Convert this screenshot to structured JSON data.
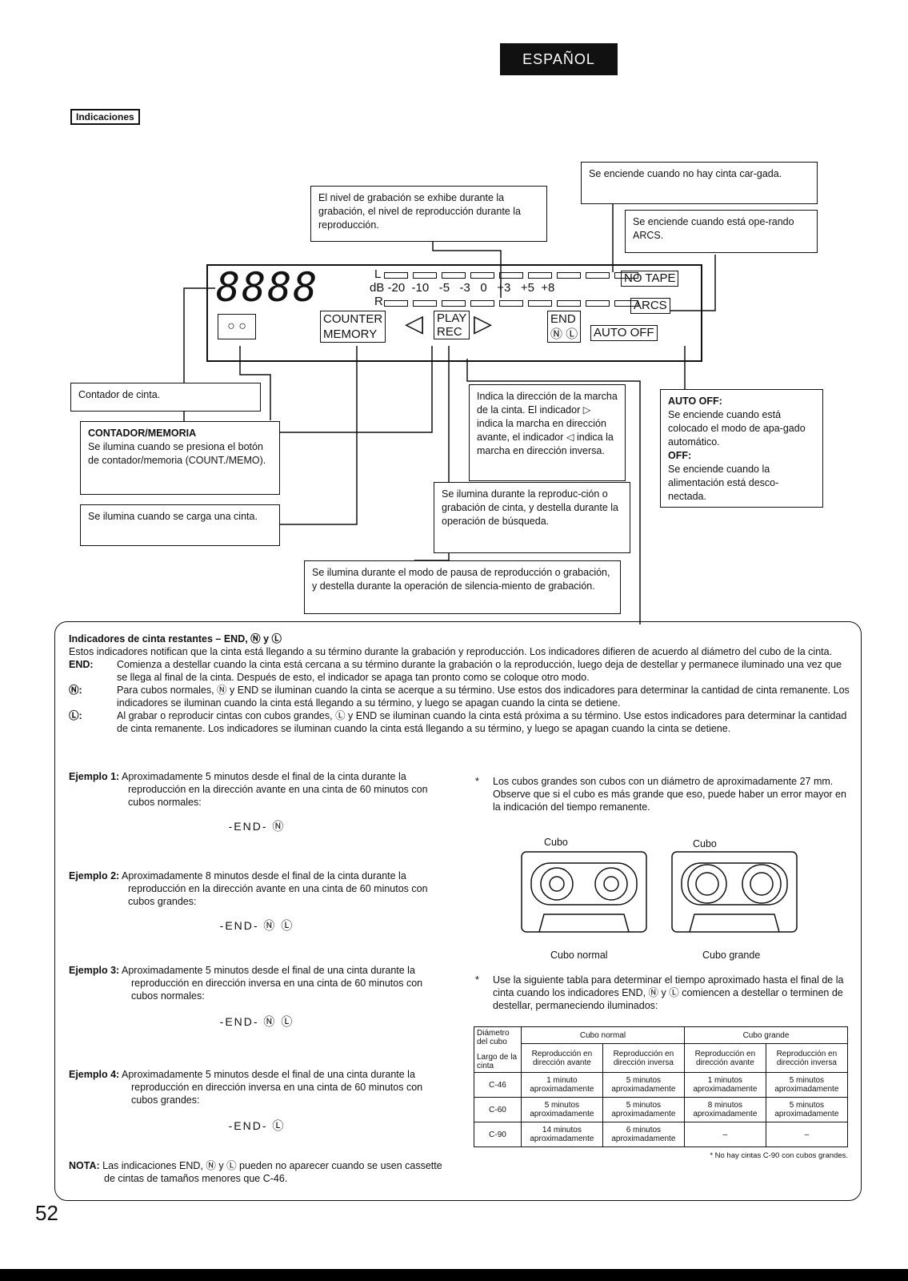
{
  "header": {
    "language": "ESPAÑOL"
  },
  "section_title": "Indicaciones",
  "display": {
    "digits": "8888",
    "meter_left": "L",
    "meter_right": "R",
    "meter_scale": "dB -20  -10   -5   -3   0   +3   +5  +8",
    "no_tape": "NO TAPE",
    "arcs": "ARCS",
    "counter": "COUNTER",
    "memory": "MEMORY",
    "play": "PLAY",
    "rec": "REC",
    "end": "END",
    "n_symbol": "Ⓝ",
    "l_symbol": "Ⓛ",
    "auto_off": "AUTO OFF"
  },
  "callouts": {
    "no_tape": "Se enciende cuando no hay cinta car-gada.",
    "arcs": "Se enciende cuando está ope-rando ARCS.",
    "level": "El nivel de grabación se exhibe durante la grabación, el nivel de reproducción durante la reproducción.",
    "counter": "Contador de cinta.",
    "counter_memory_title": "CONTADOR/MEMORIA",
    "counter_memory_text": "Se ilumina cuando se presiona el botón de contador/memoria (COUNT./MEMO).",
    "tape_loaded": "Se ilumina cuando se carga una cinta.",
    "direction": "Indica la dirección de la marcha de la cinta. El indicador ▷ indica la marcha en dirección avante, el indicador ◁ indica la marcha en dirección inversa.",
    "play_rec": "Se ilumina durante la reproduc-ción o grabación de cinta, y destella durante la operación de búsqueda.",
    "pause": "Se ilumina durante el modo de pausa de reproducción o grabación, y destella durante la operación de silencia-miento de grabación.",
    "auto_off_title": "AUTO OFF:",
    "auto_off_text": "Se enciende cuando está colocado el modo de apa-gado automático.",
    "off_title": "OFF:",
    "off_text": "Se enciende cuando la alimentación está desco-nectada."
  },
  "remaining": {
    "title": "Indicadores de cinta restantes – END, Ⓝ y Ⓛ",
    "intro": "Estos indicadores notifican que la cinta está llegando a su término durante la grabación y reproducción. Los indicadores difieren de acuerdo al diámetro del cubo de la cinta.",
    "end_label": "END:",
    "end_text": "Comienza a destellar cuando la cinta está cercana a su término durante la grabación o la reproducción, luego deja de destellar y permanece iluminado una vez que se llega al final de la cinta. Después de esto, el indicador se apaga tan pronto como se coloque otro modo.",
    "n_label": "Ⓝ:",
    "n_text": "Para cubos normales, Ⓝ y END se iluminan cuando la cinta se acerque a su término. Use estos dos indicadores para determinar la cantidad de cinta remanente. Los indicadores se iluminan cuando la cinta está llegando a su término, y luego se apagan cuando la cinta se detiene.",
    "l_label": "Ⓛ:",
    "l_text": "Al grabar o reproducir cintas con cubos grandes, Ⓛ y END se iluminan cuando la cinta está próxima a su término. Use estos indicadores para determinar la cantidad de cinta remanente. Los indicadores se iluminan cuando la cinta está llegando a su término, y luego se apagan cuando la cinta se detiene.",
    "examples": [
      {
        "label": "Ejemplo 1:",
        "text": "Aproximadamente 5 minutos desde el final de la cinta durante la reproducción en la dirección avante en una cinta de 60 minutos con cubos normales:",
        "icon": "-END-  Ⓝ"
      },
      {
        "label": "Ejemplo 2:",
        "text": "Aproximadamente 8 minutos desde el final de la cinta durante la reproducción en la dirección avante en una cinta de 60 minutos con cubos grandes:",
        "icon": "-END-  Ⓝ  Ⓛ"
      },
      {
        "label": "Ejemplo 3:",
        "text": "Aproximadamente 5 minutos desde el final de una cinta durante la reproducción en dirección inversa en una cinta de 60 minutos con cubos normales:",
        "icon": "-END-  Ⓝ  Ⓛ"
      },
      {
        "label": "Ejemplo 4:",
        "text": "Aproximadamente 5 minutos desde el final de una cinta durante la reproducción en dirección inversa en una cinta de 60 minutos con cubos grandes:",
        "icon": "-END-  Ⓛ"
      }
    ],
    "nota_label": "NOTA:",
    "nota_text": "Las indicaciones END, Ⓝ y Ⓛ pueden no aparecer cuando se usen cassette de cintas de tamaños menores que C-46.",
    "note1": "Los cubos grandes son cubos con un diámetro de aproximadamente 27 mm.",
    "note1b": "Observe que si el cubo es más grande que eso, puede haber un error mayor en la indicación del tiempo remanente.",
    "cubo_label": "Cubo",
    "cubo_normal": "Cubo normal",
    "cubo_grande": "Cubo grande",
    "note2": "Use la siguiente tabla para determinar el tiempo aproximado hasta el final de la cinta cuando los indicadores END, Ⓝ y Ⓛ comiencen a destellar o terminen de destellar, permaneciendo iluminados:",
    "asterisk": "*"
  },
  "table": {
    "corner_top": "Diámetro del cubo",
    "corner_bottom": "Largo de la cinta",
    "group_normal": "Cubo normal",
    "group_grande": "Cubo grande",
    "sub_fwd": "Reproducción en dirección avante",
    "sub_rev": "Reproducción en dirección inversa",
    "rows": [
      {
        "len": "C-46",
        "c": [
          "1 minuto aproximadamente",
          "5 minutos aproximadamente",
          "1 minutos aproximadamente",
          "5 minutos aproximadamente"
        ]
      },
      {
        "len": "C-60",
        "c": [
          "5 minutos aproximadamente",
          "5 minutos aproximadamente",
          "8 minutos aproximadamente",
          "5 minutos aproximadamente"
        ]
      },
      {
        "len": "C-90",
        "c": [
          "14 minutos aproximadamente",
          "6 minutos aproximadamente",
          "–",
          "–"
        ]
      }
    ],
    "footnote": "* No hay cintas C-90 con cubos grandes."
  },
  "page_number": "52"
}
